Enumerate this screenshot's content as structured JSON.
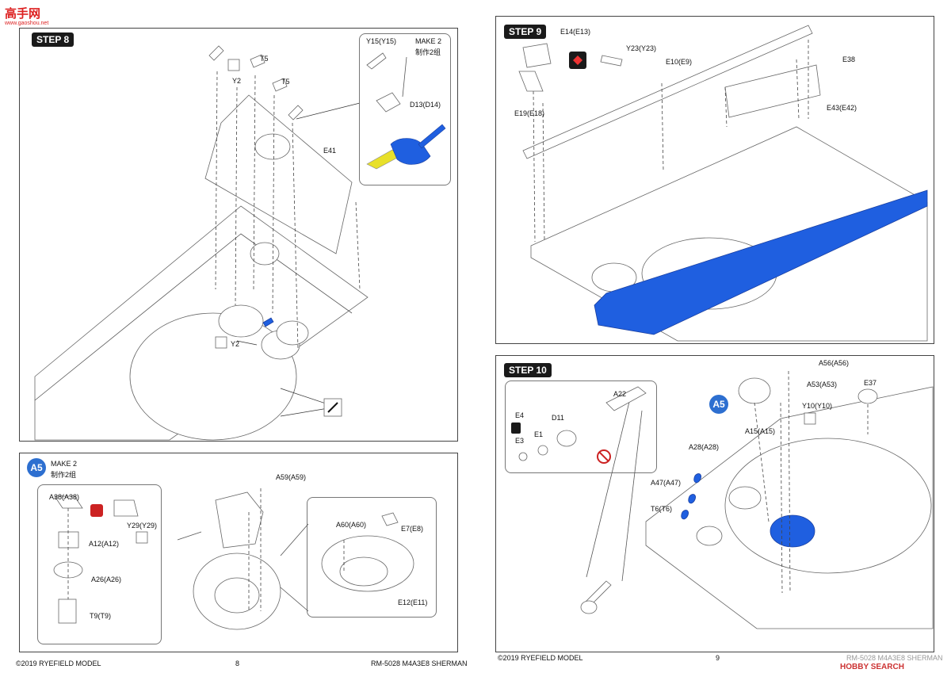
{
  "watermark": {
    "cn": "高手网",
    "url": "www.gaoshou.net"
  },
  "step8": {
    "tag": "STEP 8",
    "labels": {
      "y15": "Y15(Y15)",
      "make2": "MAKE 2",
      "make2_cn": "制作2组",
      "t5a": "T5",
      "y2a": "Y2",
      "t5b": "T5",
      "d13": "D13(D14)",
      "e41": "E41",
      "y2b": "Y2"
    }
  },
  "a5": {
    "badge": "A5",
    "make2": "MAKE 2",
    "make2_cn": "制作2组",
    "labels": {
      "a38": "A38(A38)",
      "y29": "Y29(Y29)",
      "a12": "A12(A12)",
      "a26": "A26(A26)",
      "t9": "T9(T9)",
      "a59": "A59(A59)",
      "a60": "A60(A60)",
      "e7": "E7(E8)",
      "e12": "E12(E11)"
    }
  },
  "step9": {
    "tag": "STEP 9",
    "labels": {
      "e14": "E14(E13)",
      "y23": "Y23(Y23)",
      "e10": "E10(E9)",
      "e38": "E38",
      "e19": "E19(E18)",
      "e43": "E43(E42)"
    }
  },
  "step10": {
    "tag": "STEP 10",
    "labels": {
      "a22": "A22",
      "e4": "E4",
      "d11": "D11",
      "e1": "E1",
      "e3": "E3",
      "a56": "A56(A56)",
      "a53": "A53(A53)",
      "e37": "E37",
      "a5badge": "A5",
      "y10": "Y10(Y10)",
      "a15": "A15(A15)",
      "a28": "A28(A28)",
      "a47": "A47(A47)",
      "t6": "T6(T6)"
    }
  },
  "footer": {
    "left_copy": "©2019 RYEFIELD MODEL",
    "left_page": "8",
    "left_title": "RM-5028 M4A3E8 SHERMAN",
    "right_copy": "©2019 RYEFIELD MODEL",
    "right_page": "9",
    "right_title": "RM-5028 M4A3E8 SHERMAN",
    "stamp": "HOBBY SEARCH"
  }
}
